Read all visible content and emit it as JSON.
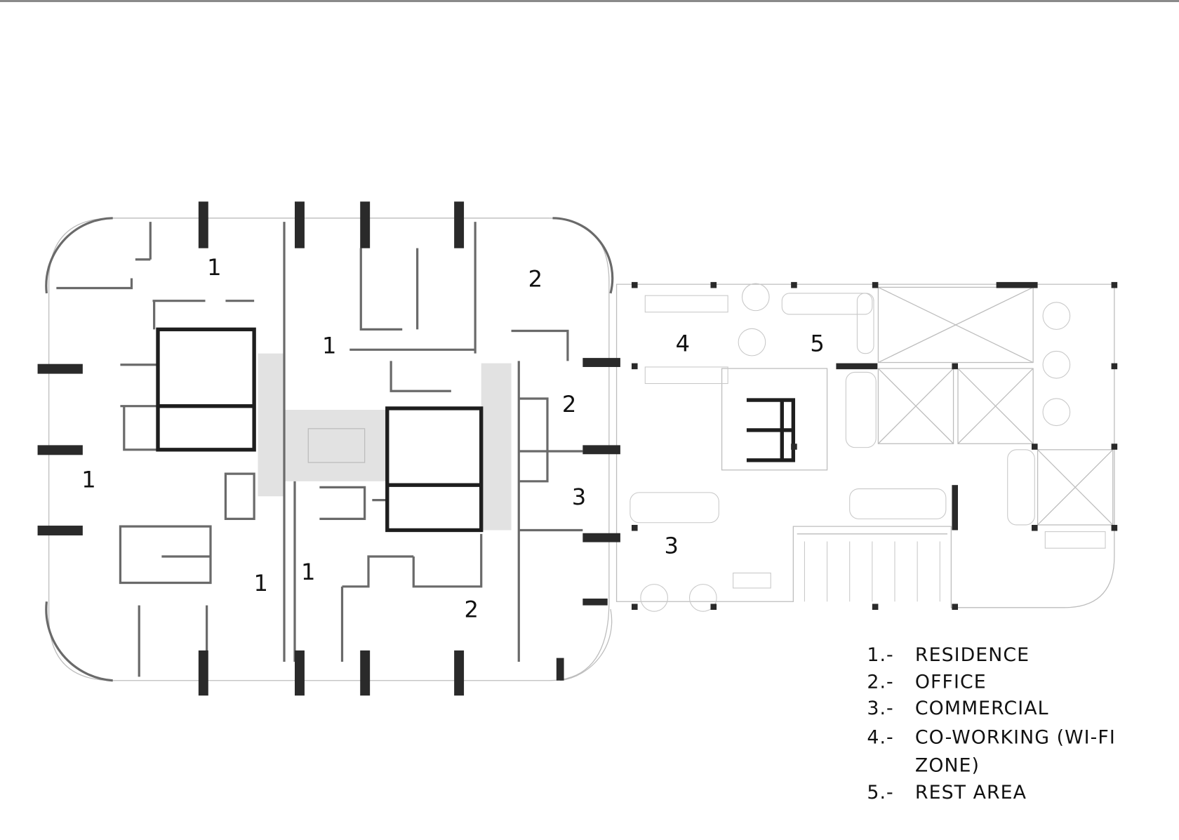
{
  "plan": {
    "room_labels": [
      {
        "id": "r1a",
        "text": "1"
      },
      {
        "id": "r1b",
        "text": "1"
      },
      {
        "id": "r1c",
        "text": "1"
      },
      {
        "id": "r1d",
        "text": "1"
      },
      {
        "id": "r1e",
        "text": "1"
      },
      {
        "id": "r2a",
        "text": "2"
      },
      {
        "id": "r2b",
        "text": "2"
      },
      {
        "id": "r2c",
        "text": "2"
      },
      {
        "id": "r3a",
        "text": "3"
      },
      {
        "id": "r3b",
        "text": "3"
      },
      {
        "id": "r4",
        "text": "4"
      },
      {
        "id": "r5",
        "text": "5"
      }
    ]
  },
  "legend": [
    {
      "number": "1.-",
      "label": "RESIDENCE"
    },
    {
      "number": "2.-",
      "label": "OFFICE"
    },
    {
      "number": "3.-",
      "label": "COMMERCIAL"
    },
    {
      "number": "4.-",
      "label": "CO-WORKING (WI-FI",
      "label_cont": "ZONE)"
    },
    {
      "number": "5.-",
      "label": "REST AREA"
    }
  ],
  "colors": {
    "wall": "#6a6a6a",
    "core": "#1e1e1e",
    "corridor": "#e2e2e2",
    "column": "#2a2a2a"
  }
}
